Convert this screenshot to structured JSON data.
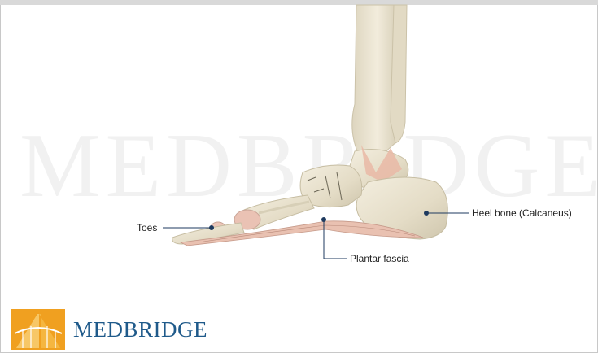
{
  "watermark": "MEDBRIDGE",
  "labels": {
    "toes": "Toes",
    "heel_bone": "Heel bone (Calcaneus)",
    "plantar_fascia": "Plantar fascia"
  },
  "brand": {
    "name": "MEDBRIDGE",
    "text_color": "#1f5a8a",
    "logo_color": "#f0a020"
  },
  "colors": {
    "bone": "#e8e2cf",
    "ligament": "#e8b7a8",
    "pointer": "#1e3a5f"
  },
  "icons": [
    "medbridge-logo-icon",
    "foot-skeleton-illustration"
  ]
}
